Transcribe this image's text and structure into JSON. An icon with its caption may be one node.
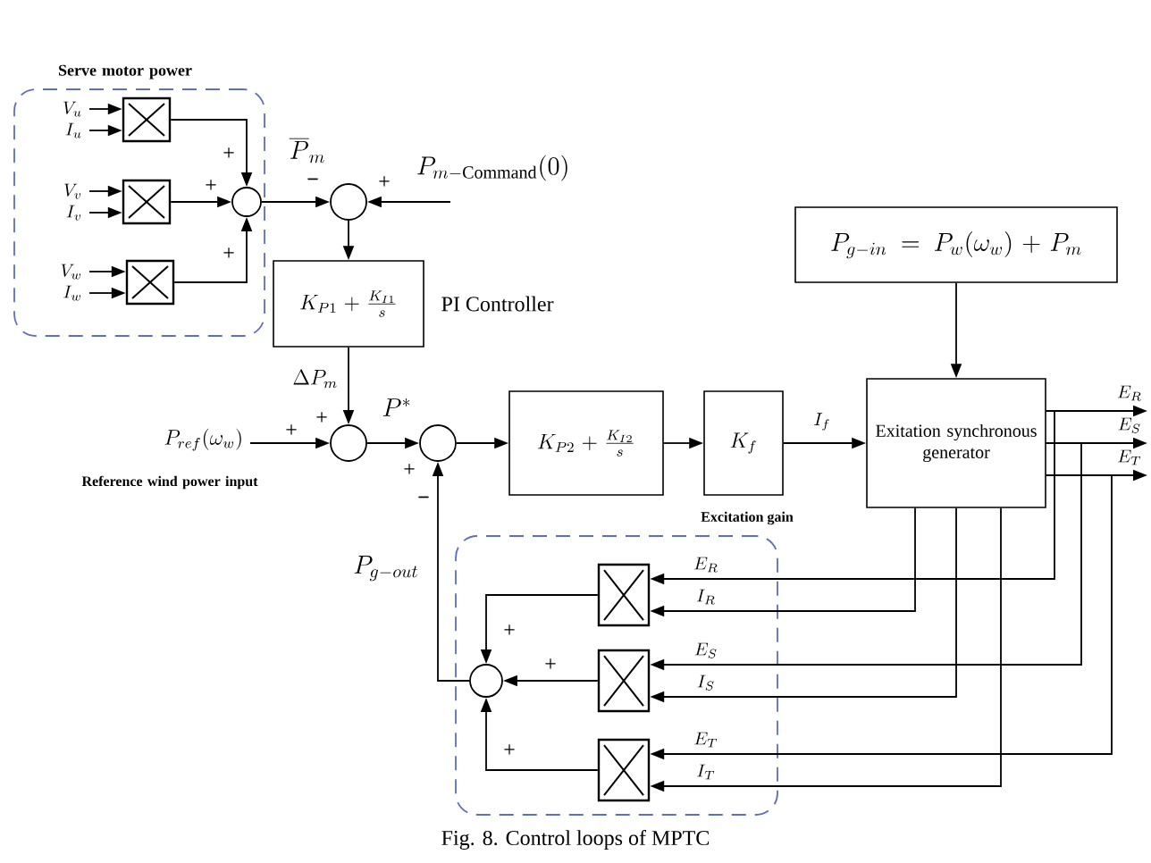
{
  "diagram": {
    "caption": "Fig. 8. Control loops of MPTC",
    "nodes": [
      {
        "text": [
          "Serve motor power"
        ]
      },
      {
        "text": [],
        "shape": "box",
        "in": 0
      },
      {
        "text": [],
        "shape": "box",
        "in": 0
      },
      {
        "text": [],
        "shape": "box",
        "in": 0
      },
      {
        "text": [],
        "shape": "circle",
        "in": 0
      },
      {
        "text": [],
        "shape": "circle"
      },
      {
        "text": [
          "K_{P1}+\\frac{K_{I1}}{s}"
        ],
        "beside": [
          "PI Controller"
        ]
      },
      {
        "text": [],
        "shape": "circle"
      },
      {
        "text": [],
        "shape": "circle"
      },
      {
        "text": [
          "K_{P2}+\\frac{K_{I2}}{s}"
        ]
      },
      {
        "text": [
          "K_f"
        ],
        "beside": [
          "Excitation gain"
        ]
      },
      {
        "text": [
          "Exitation synchronous generator"
        ]
      },
      {
        "text": [
          "P_{g-in}=P_w(\\omega_w)+P_m"
        ]
      },
      {
        "text": [],
        "shape": "box"
      },
      {
        "text": [],
        "shape": "box",
        "in": 13
      },
      {
        "text": [],
        "shape": "box",
        "in": 13
      },
      {
        "text": [],
        "shape": "box",
        "in": 13
      },
      {
        "text": [],
        "shape": "circle",
        "in": 13
      }
    ],
    "edges": [
      {
        "from": null,
        "to": 1,
        "arrow": "to",
        "label": "V_u"
      },
      {
        "from": null,
        "to": 1,
        "arrow": "to",
        "label": "I_u"
      },
      {
        "from": null,
        "to": 2,
        "arrow": "to",
        "label": "V_v"
      },
      {
        "from": null,
        "to": 2,
        "arrow": "to",
        "label": "I_v"
      },
      {
        "from": null,
        "to": 3,
        "arrow": "to",
        "label": "V_w"
      },
      {
        "from": null,
        "to": 3,
        "arrow": "to",
        "label": "I_w"
      },
      {
        "from": 1,
        "to": 4,
        "arrow": "to"
      },
      {
        "from": 2,
        "to": 4,
        "arrow": "to"
      },
      {
        "from": 3,
        "to": 4,
        "arrow": "to"
      },
      {
        "from": 4,
        "to": 5,
        "arrow": "to",
        "label": "\\overline{P}_m"
      },
      {
        "from": null,
        "to": 5,
        "arrow": "to",
        "label": "P_{m-\\mathrm{Command}}(0)"
      },
      {
        "from": 5,
        "to": 6,
        "arrow": "to"
      },
      {
        "from": 6,
        "to": 7,
        "arrow": "to",
        "label": "\\Delta P_m"
      },
      {
        "from": null,
        "to": 7,
        "arrow": "to",
        "label": "P_{ref}(\\omega_w)"
      },
      {
        "from": 7,
        "to": 8,
        "arrow": "to",
        "label": "P^*"
      },
      {
        "from": 8,
        "to": 9,
        "arrow": "to"
      },
      {
        "from": 9,
        "to": 10,
        "arrow": "to"
      },
      {
        "from": 10,
        "to": 11,
        "arrow": "to",
        "label": "I_f"
      },
      {
        "from": 12,
        "to": 11,
        "arrow": "to"
      },
      {
        "from": 11,
        "to": null,
        "arrow": "to",
        "label": "E_R"
      },
      {
        "from": 11,
        "to": null,
        "arrow": "to",
        "label": "E_S"
      },
      {
        "from": 11,
        "to": null,
        "arrow": "to",
        "label": "E_T"
      },
      {
        "from": 11,
        "to": 14,
        "arrow": "to",
        "label": "E_R"
      },
      {
        "from": 11,
        "to": 14,
        "arrow": "to",
        "label": "I_R"
      },
      {
        "from": 11,
        "to": 15,
        "arrow": "to",
        "label": "E_S"
      },
      {
        "from": 11,
        "to": 15,
        "arrow": "to",
        "label": "I_S"
      },
      {
        "from": 11,
        "to": 16,
        "arrow": "to",
        "label": "E_T"
      },
      {
        "from": 11,
        "to": 16,
        "arrow": "to",
        "label": "I_T"
      },
      {
        "from": 14,
        "to": 17,
        "arrow": "to"
      },
      {
        "from": 15,
        "to": 17,
        "arrow": "to"
      },
      {
        "from": 16,
        "to": 17,
        "arrow": "to"
      },
      {
        "from": 17,
        "to": 8,
        "arrow": "to",
        "label": "P_{g-out}"
      }
    ],
    "labels": [
      "+",
      "−",
      "+",
      "+",
      "+",
      "+",
      "+",
      "Reference wind power input",
      "+",
      "−",
      "+",
      "+",
      "+"
    ]
  }
}
